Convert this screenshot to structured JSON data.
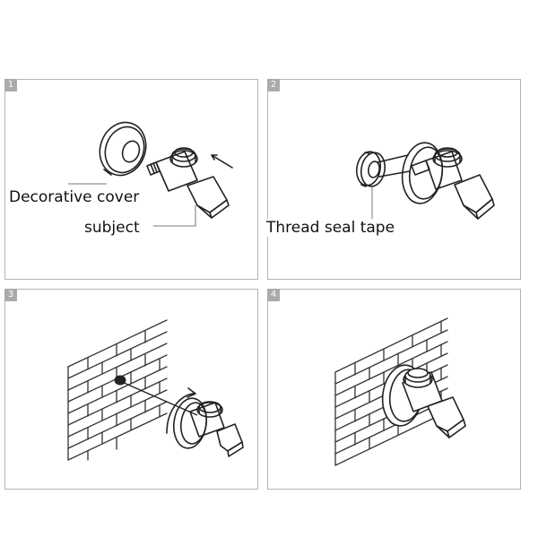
{
  "steps": [
    {
      "number": "1"
    },
    {
      "number": "2"
    },
    {
      "number": "3"
    },
    {
      "number": "4"
    }
  ],
  "labels": {
    "decorative_cover": "Decorative cover",
    "subject": "subject",
    "thread_seal_tape": "Thread seal tape"
  }
}
